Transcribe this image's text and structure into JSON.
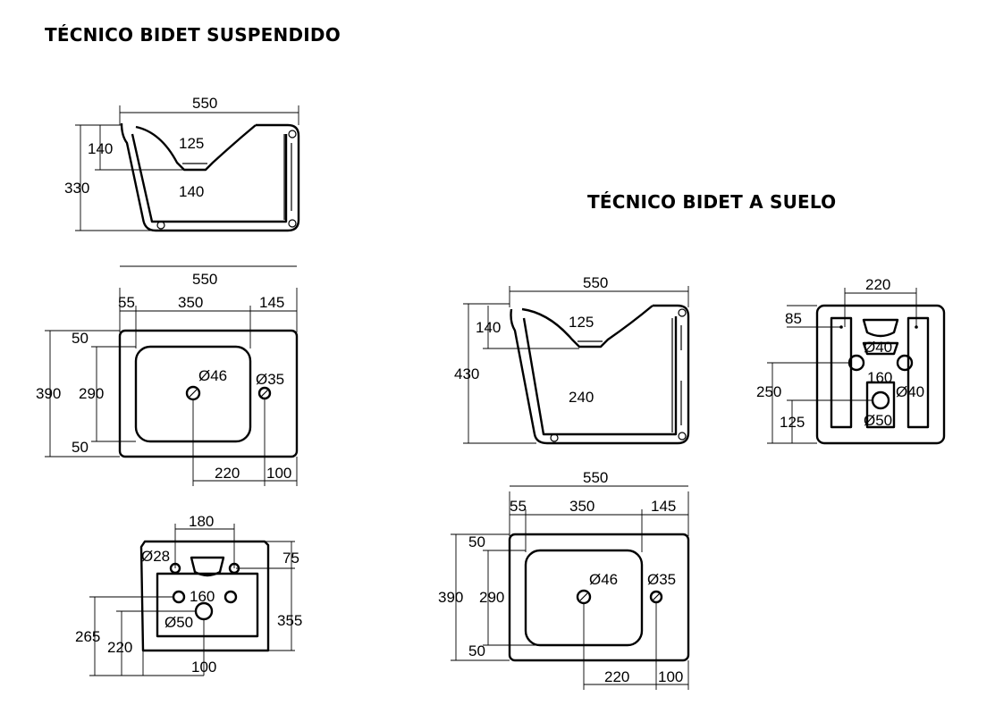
{
  "titles": {
    "suspendido": "TÉCNICO BIDET SUSPENDIDO",
    "suelo": "TÉCNICO BIDET A SUELO"
  },
  "suspendido": {
    "side": {
      "width": "550",
      "height": "330",
      "rim": "140",
      "bowl_top": "125",
      "bowl_depth": "140"
    },
    "top": {
      "width": "550",
      "left": "55",
      "bowl": "350",
      "right": "145",
      "depth": "390",
      "bowl_depth": "290",
      "front": "50",
      "back": "50",
      "drain": "Ø46",
      "tap": "Ø35",
      "drain_offset": "220",
      "tap_offset": "100"
    },
    "back": {
      "holes_spacing": "180",
      "fix_hole": "Ø28",
      "fix_height": "75",
      "supply_spacing": "160",
      "waste": "Ø50",
      "total_height": "355",
      "supply_height": "265",
      "waste_height": "220",
      "waste_offset": "100"
    }
  },
  "suelo": {
    "side": {
      "width": "550",
      "height": "430",
      "rim": "140",
      "bowl_top": "125",
      "bowl_depth": "240"
    },
    "bottom": {
      "width": "220",
      "fix_offset": "85",
      "supply_hole": "Ø40",
      "supply_spacing": "160",
      "waste_hole": "Ø40",
      "waste": "Ø50",
      "supply_height": "250",
      "waste_height": "125"
    },
    "top": {
      "width": "550",
      "left": "55",
      "bowl": "350",
      "right": "145",
      "depth": "390",
      "bowl_depth": "290",
      "front": "50",
      "back": "50",
      "drain": "Ø46",
      "tap": "Ø35",
      "drain_offset": "220",
      "tap_offset": "100"
    }
  }
}
